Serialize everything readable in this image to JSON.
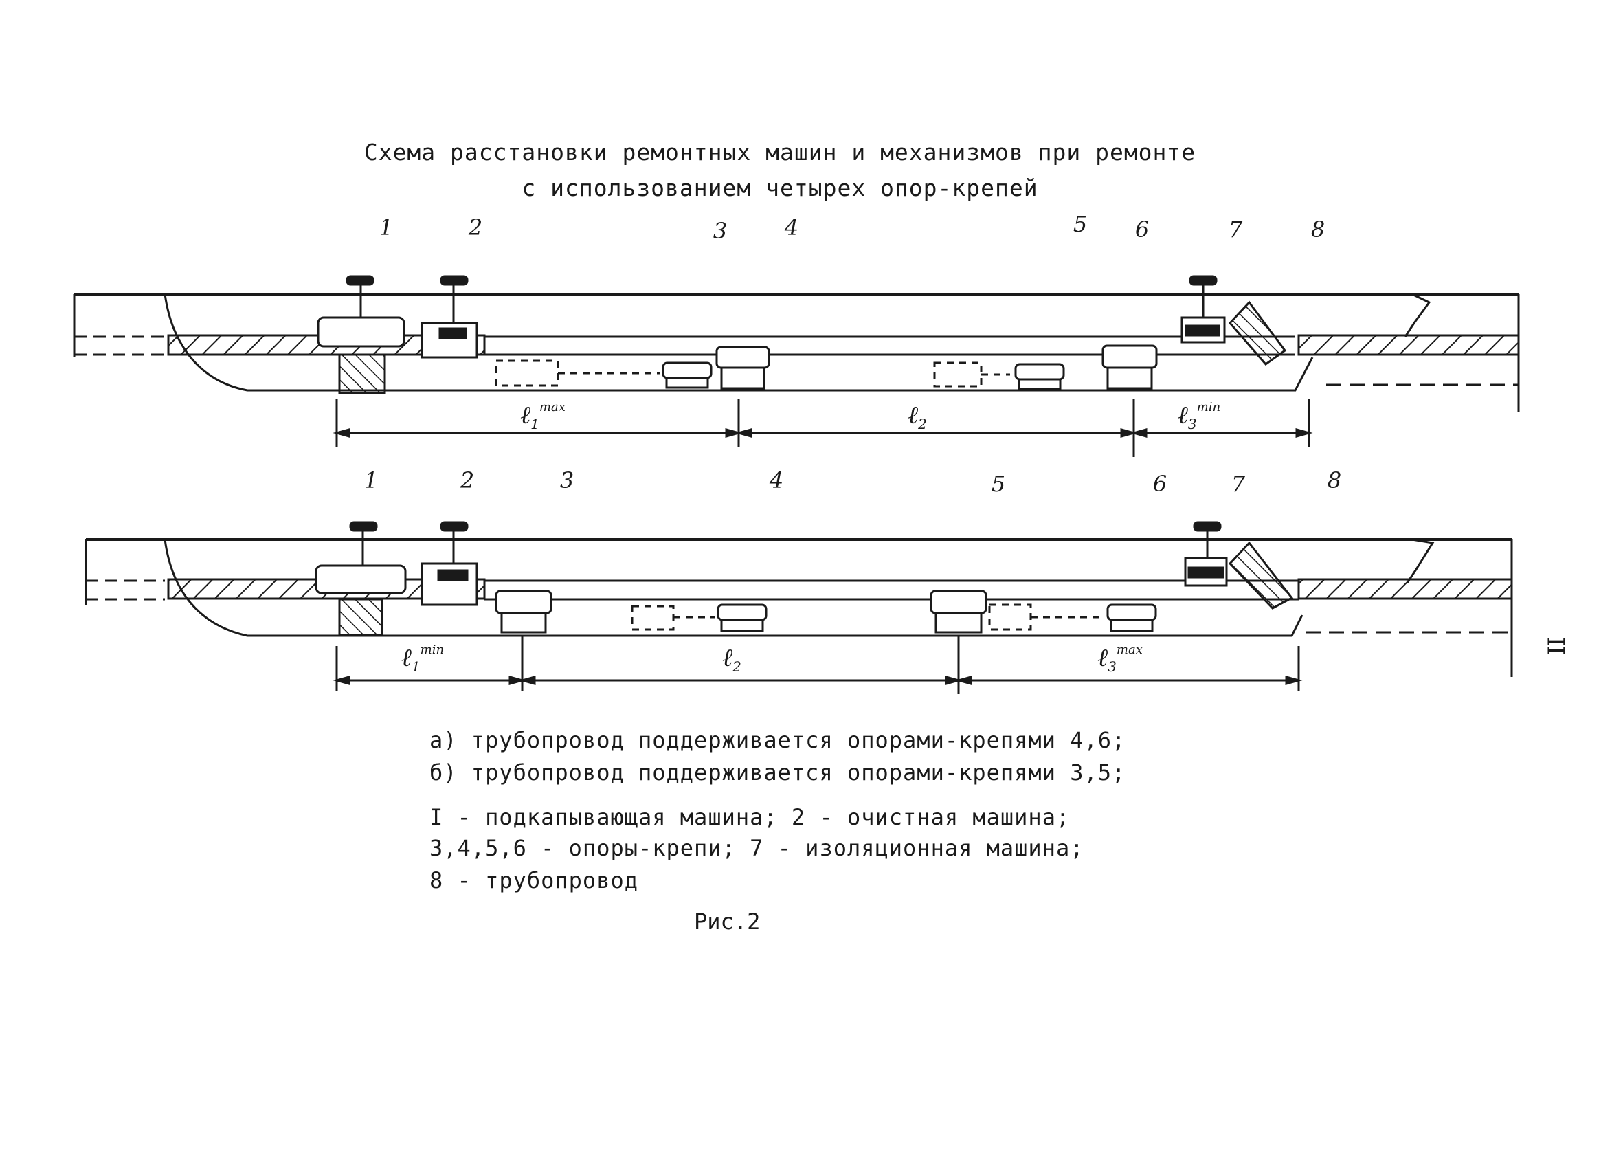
{
  "title": {
    "line1": "Схема расстановки ремонтных машин и механизмов при ремонте",
    "line2": "с использованием четырех опор-крепей"
  },
  "diagram_a": {
    "numbers": [
      "1",
      "2",
      "3",
      "4",
      "5",
      "6",
      "7",
      "8"
    ],
    "dims": [
      {
        "base": "ℓ",
        "sub": "1",
        "sup": "max"
      },
      {
        "base": "ℓ",
        "sub": "2",
        "sup": ""
      },
      {
        "base": "ℓ",
        "sub": "3",
        "sup": "min"
      }
    ]
  },
  "diagram_b": {
    "numbers": [
      "1",
      "2",
      "3",
      "4",
      "5",
      "6",
      "7",
      "8"
    ],
    "dims": [
      {
        "base": "ℓ",
        "sub": "1",
        "sup": "min"
      },
      {
        "base": "ℓ",
        "sub": "2",
        "sup": ""
      },
      {
        "base": "ℓ",
        "sub": "3",
        "sup": "max"
      }
    ]
  },
  "caption": {
    "a": "а) трубопровод поддерживается опорами-крепями 4,6;",
    "b": "б) трубопровод поддерживается опорами-крепями 3,5;",
    "legend1": "I - подкапывающая машина; 2 - очистная машина;",
    "legend2": "3,4,5,6 - опоры-крепи; 7 - изоляционная машина;",
    "legend3": "8 - трубопровод"
  },
  "figure_label": "Рис.2",
  "page_number": "II"
}
